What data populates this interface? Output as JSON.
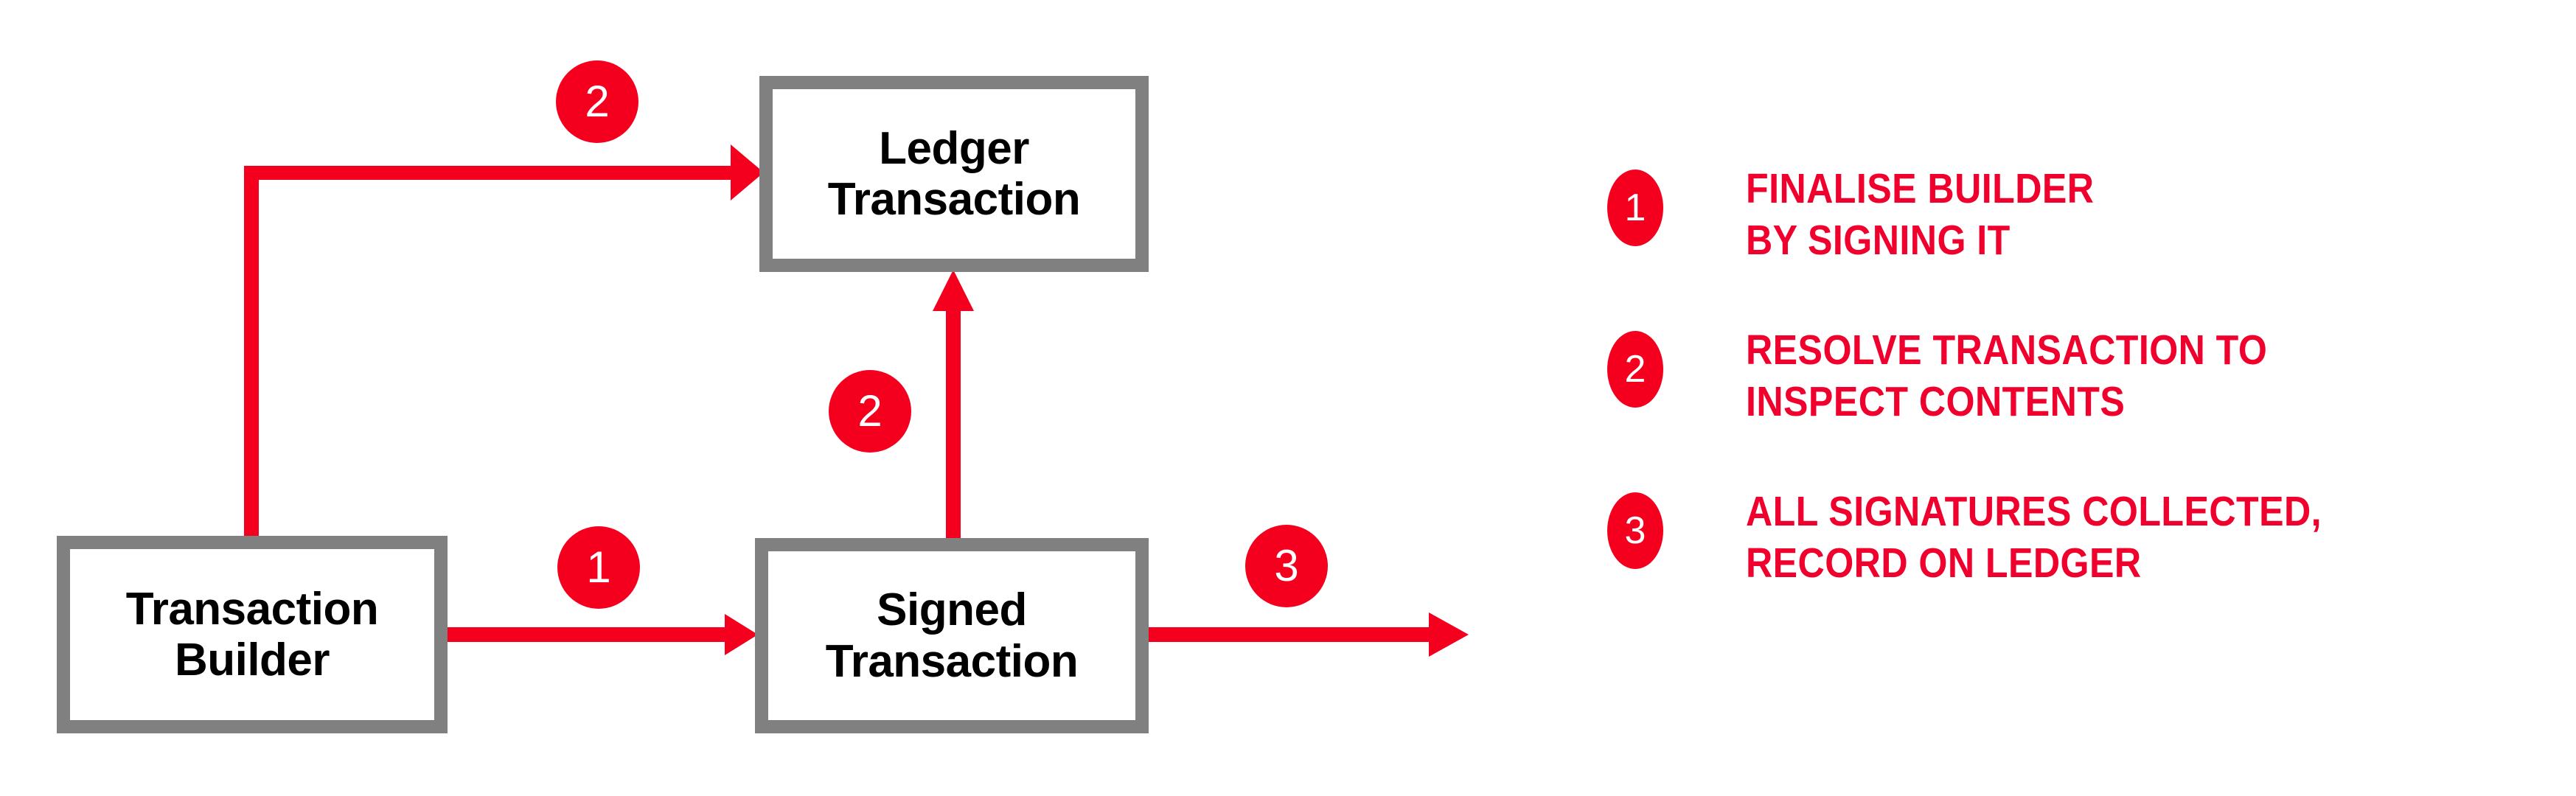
{
  "colors": {
    "accent_red": "#f4001e",
    "legend_red": "#f0002c",
    "box_border_gray": "#808080",
    "box_fill": "#ffffff",
    "label_black": "#000000",
    "background": "#ffffff"
  },
  "diagram": {
    "nodes": [
      {
        "id": "transaction-builder",
        "label": "Transaction\nBuilder"
      },
      {
        "id": "signed-transaction",
        "label": "Signed\nTransaction"
      },
      {
        "id": "ledger-transaction",
        "label": "Ledger\nTransaction"
      }
    ],
    "flow_badges": [
      {
        "id": "flow-1",
        "number": "1",
        "on_edge": "transaction-builder-to-signed-transaction"
      },
      {
        "id": "flow-2a",
        "number": "2",
        "on_edge": "transaction-builder-to-ledger-transaction"
      },
      {
        "id": "flow-2b",
        "number": "2",
        "on_edge": "signed-transaction-to-ledger-transaction"
      },
      {
        "id": "flow-3",
        "number": "3",
        "on_edge": "signed-transaction-to-ledger"
      }
    ]
  },
  "legend": {
    "items": [
      {
        "number": "1",
        "text": "FINALISE BUILDER\nBY SIGNING IT"
      },
      {
        "number": "2",
        "text": "RESOLVE TRANSACTION TO\nINSPECT CONTENTS"
      },
      {
        "number": "3",
        "text": "ALL SIGNATURES COLLECTED,\nRECORD ON LEDGER"
      }
    ]
  }
}
